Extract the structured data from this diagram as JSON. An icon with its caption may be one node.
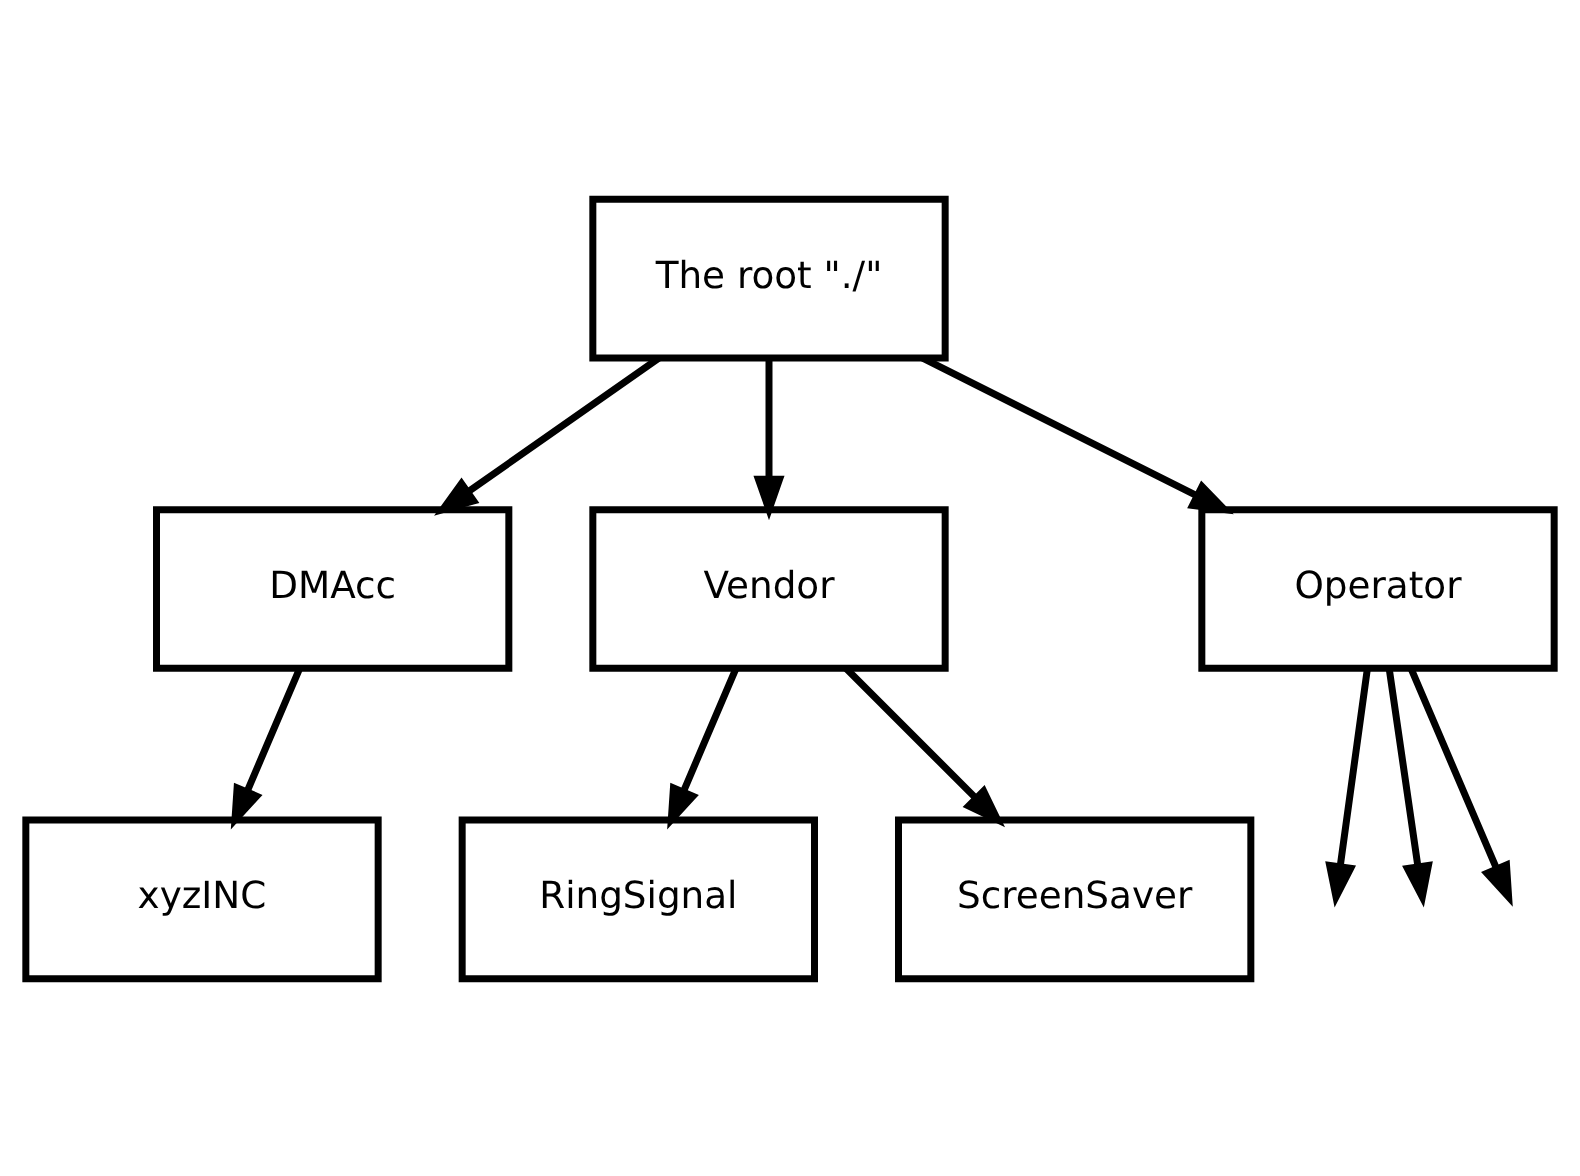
{
  "diagram": {
    "nodes": [
      {
        "text": [
          "The root \"./\""
        ]
      },
      {
        "text": [
          "DMAcc"
        ]
      },
      {
        "text": [
          "Vendor"
        ]
      },
      {
        "text": [
          "Operator"
        ]
      },
      {
        "text": [
          "xyzINC"
        ]
      },
      {
        "text": [
          "RingSignal"
        ]
      },
      {
        "text": [
          "ScreenSaver"
        ]
      }
    ],
    "edges": [
      {
        "from": 0,
        "to": 1,
        "arrow": "to"
      },
      {
        "from": 0,
        "to": 2,
        "arrow": "to"
      },
      {
        "from": 0,
        "to": 3,
        "arrow": "to"
      },
      {
        "from": 1,
        "to": 4,
        "arrow": "to"
      },
      {
        "from": 2,
        "to": 5,
        "arrow": "to"
      },
      {
        "from": 2,
        "to": 6,
        "arrow": "to"
      },
      {
        "from": 3,
        "to": null,
        "arrow": "to"
      },
      {
        "from": 3,
        "to": null,
        "arrow": "to"
      },
      {
        "from": 3,
        "to": null,
        "arrow": "to"
      }
    ]
  }
}
